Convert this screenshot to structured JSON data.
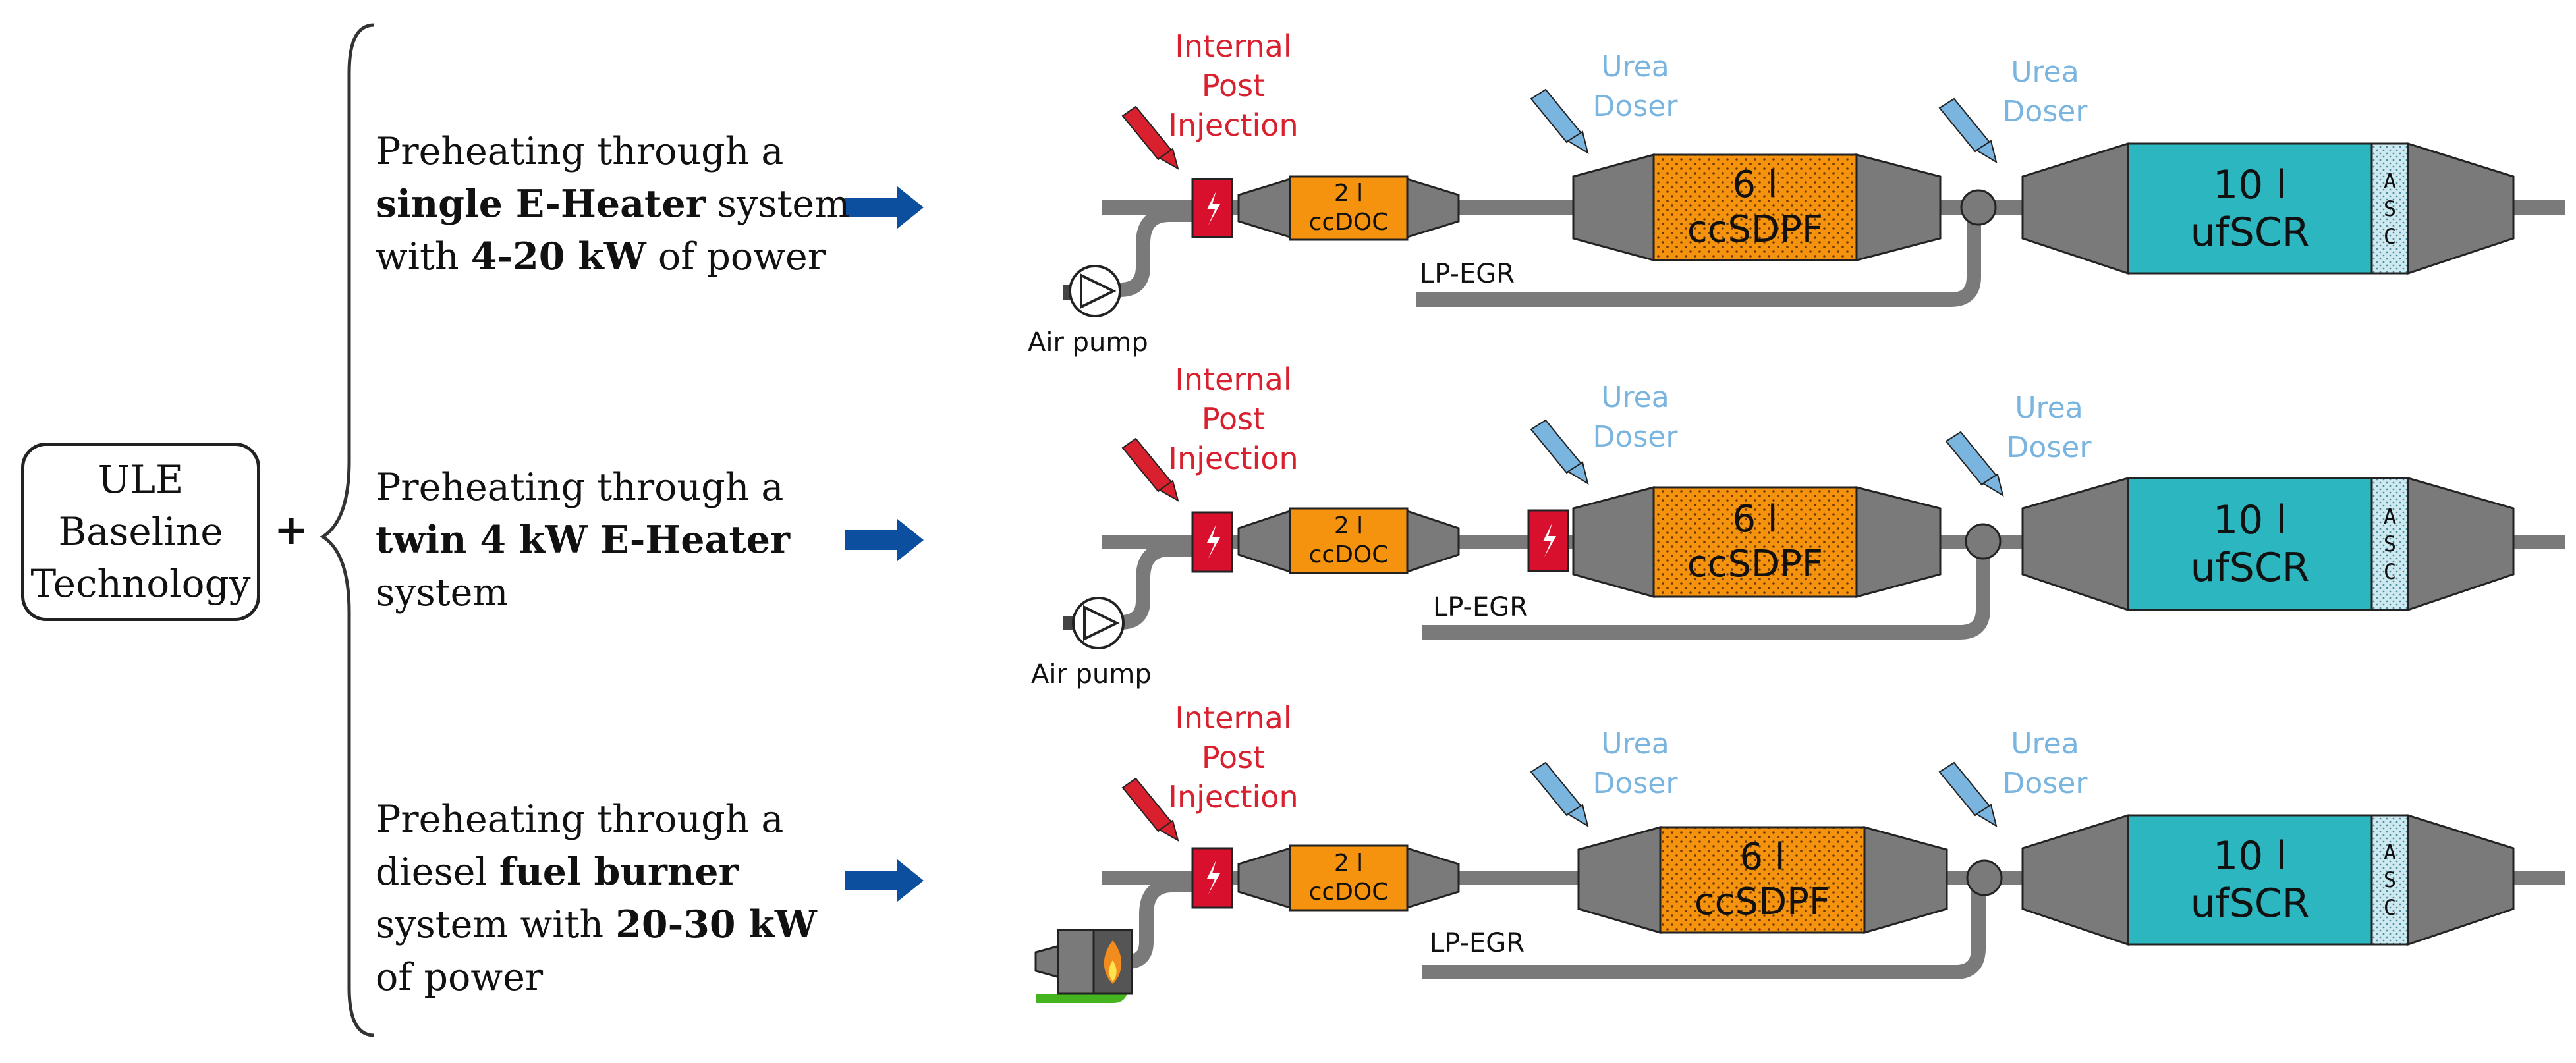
{
  "baseline": {
    "lines": [
      "ULE",
      "Baseline",
      "Technology"
    ]
  },
  "plus": "+",
  "options": [
    {
      "lines": [
        [
          {
            "t": "Preheating through a",
            "b": false
          }
        ],
        [
          {
            "t": "single E-Heater",
            "b": true
          },
          {
            "t": " system",
            "b": false
          }
        ],
        [
          {
            "t": "with ",
            "b": false
          },
          {
            "t": "4-20 kW",
            "b": true
          },
          {
            "t": " of power",
            "b": false
          }
        ]
      ]
    },
    {
      "lines": [
        [
          {
            "t": "Preheating through a",
            "b": false
          }
        ],
        [
          {
            "t": "twin 4 kW E-Heater",
            "b": true
          }
        ],
        [
          {
            "t": "system",
            "b": false
          }
        ]
      ]
    },
    {
      "lines": [
        [
          {
            "t": "Preheating through a",
            "b": false
          }
        ],
        [
          {
            "t": "diesel ",
            "b": false
          },
          {
            "t": "fuel burner",
            "b": true
          }
        ],
        [
          {
            "t": "system with ",
            "b": false
          },
          {
            "t": "20-30 kW",
            "b": true
          }
        ],
        [
          {
            "t": "of power",
            "b": false
          }
        ]
      ]
    }
  ],
  "labels": {
    "injection": [
      "Internal",
      "Post",
      "Injection"
    ],
    "urea": [
      "Urea",
      "Doser"
    ],
    "doc": [
      "2 l",
      "ccDOC"
    ],
    "sdpf": [
      "6 l",
      "ccSDPF"
    ],
    "scr": [
      "10 l",
      "ufSCR"
    ],
    "asc": [
      "A",
      "S",
      "C"
    ],
    "egr": "LP-EGR",
    "air_pump": "Air pump"
  },
  "colors": {
    "pipe": "#7a7a7a",
    "heater": "#d8102e",
    "injector": "#d8202e",
    "doc": "#f5920e",
    "sdpf": "#f5920e",
    "scr": "#2bb6c0",
    "asc": "#cfe9f0",
    "urea": "#7ab5e0",
    "arrow": "#0b4f9e",
    "burner_fuel": "#44b51e",
    "flame": "#f28c1e"
  }
}
